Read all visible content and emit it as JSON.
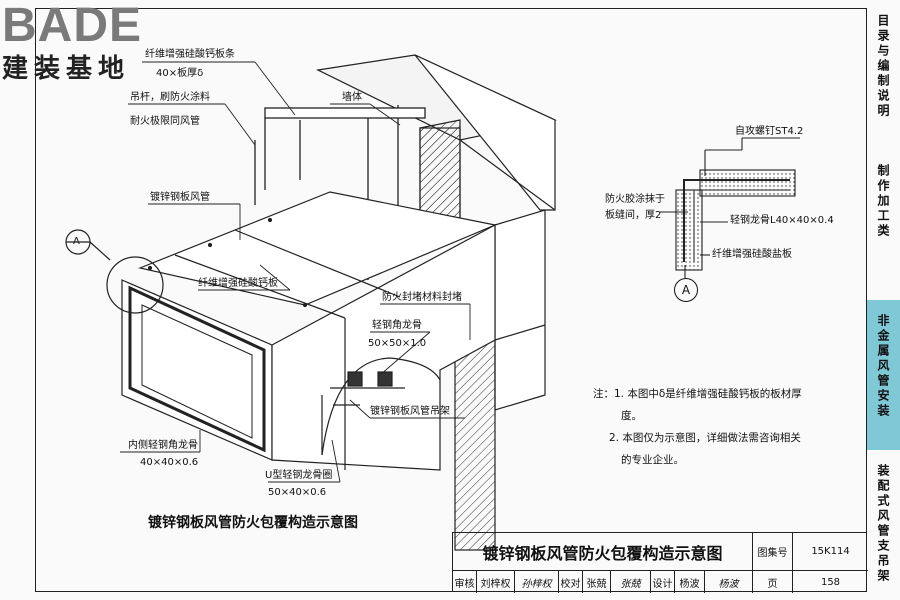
{
  "logo": {
    "latin": "BADE",
    "cjk": "建装基地"
  },
  "sidebar": [
    {
      "label": "目录与编制说明",
      "active": false
    },
    {
      "label": "制作加工类",
      "active": false
    },
    {
      "label": "非金属风管安装",
      "active": true
    },
    {
      "label": "装配式风管支吊架",
      "active": false
    }
  ],
  "drawing_labels": {
    "strip": "纤维增强硅酸钙板条",
    "strip_size": "40×板厚δ",
    "rod": "吊杆，刷防火涂料",
    "rod2": "耐火极限同风管",
    "wall": "墙体",
    "duct": "镀锌钢板风管",
    "section_mark": "A",
    "board": "纤维增强硅酸钙板",
    "seal": "防火封堵材料封堵",
    "angle": "轻钢角龙骨",
    "angle_size": "50×50×1.0",
    "inner_angle": "内侧轻钢角龙骨",
    "inner_size": "40×40×0.6",
    "u_frame": "U型轻钢龙骨圈",
    "u_size": "50×40×0.6",
    "hanger": "镀锌钢板风管吊架"
  },
  "detail_labels": {
    "screw": "自攻螺钉ST4.2",
    "glue": "防火胶涂抹于",
    "glue2": "板缝间，厚2",
    "keel": "轻钢龙骨L40×40×0.4",
    "board": "纤维增强硅酸盐板",
    "mark": "A"
  },
  "caption": "镀锌钢板风管防火包覆构造示意图",
  "notes": {
    "prefix": "注：",
    "items": [
      {
        "num": "1.",
        "line1": "本图中δ是纤维增强硅酸钙板的板材厚",
        "line2": "度。"
      },
      {
        "num": "2.",
        "line1": "本图仅为示意图，详细做法需咨询相关",
        "line2": "的专业企业。"
      }
    ]
  },
  "title_block": {
    "title": "镀锌钢板风管防火包覆构造示意图",
    "atlas_label": "图集号",
    "atlas_no": "15K114",
    "review_label": "审核",
    "reviewer": "刘梓权",
    "reviewer_sig": "孙梓权",
    "check_label": "校对",
    "checker": "张兢",
    "checker_sig": "张兢",
    "design_label": "设计",
    "designer": "杨波",
    "designer_sig": "杨波",
    "page_label": "页",
    "page_no": "158"
  }
}
